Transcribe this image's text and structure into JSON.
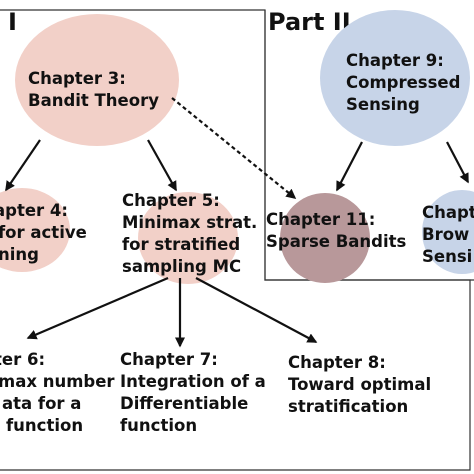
{
  "colors": {
    "pink": "#f2d0c8",
    "blue": "#c7d4e8",
    "mauve": "#b8989a",
    "frame": "#333333",
    "arrow": "#111111"
  },
  "parts": [
    {
      "label": "I"
    },
    {
      "label": "Part II"
    }
  ],
  "nodes": [
    {
      "id": "ch3",
      "lines": [
        "Chapter 3:",
        "Bandit Theory"
      ]
    },
    {
      "id": "ch4",
      "lines": [
        "apter 4:",
        "for active",
        "ning"
      ]
    },
    {
      "id": "ch5",
      "lines": [
        "Chapter 5:",
        "Minimax strat.",
        "for stratified",
        "sampling MC"
      ]
    },
    {
      "id": "ch6",
      "lines": [
        "ter 6:",
        "max number",
        "ata for a",
        "function"
      ]
    },
    {
      "id": "ch7",
      "lines": [
        "Chapter 7:",
        "Integration of a",
        "Differentiable",
        "function"
      ]
    },
    {
      "id": "ch8",
      "lines": [
        "Chapter 8:",
        "Toward optimal",
        "stratification"
      ]
    },
    {
      "id": "ch9",
      "lines": [
        "Chapter 9:",
        "Compressed",
        "Sensing"
      ]
    },
    {
      "id": "ch11",
      "lines": [
        "Chapter 11:",
        "Sparse Bandits"
      ]
    },
    {
      "id": "ch12",
      "lines": [
        "Chapt",
        "Brow",
        "Sensi"
      ]
    }
  ]
}
